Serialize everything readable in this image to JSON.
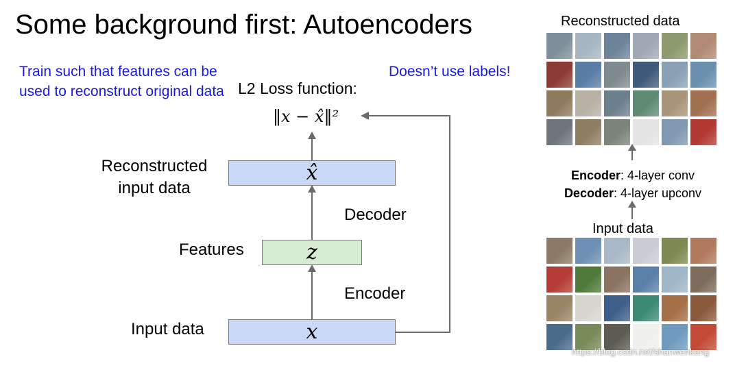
{
  "title": "Some background first: Autoencoders",
  "note_left": "Train such that features can be used to reconstruct original data",
  "note_right": "Doesn’t use labels!",
  "loss": {
    "title": "L2 Loss function:",
    "formula": "‖x − x̂‖²"
  },
  "diagram": {
    "labels": {
      "reconstructed": "Reconstructed input data",
      "features": "Features",
      "input": "Input data",
      "decoder": "Decoder",
      "encoder": "Encoder"
    },
    "boxes": {
      "xhat": "x̂",
      "z": "z",
      "x": "x"
    },
    "colors": {
      "box_blue": "#c9d9f5",
      "box_green": "#d8ecd3",
      "arrow": "#6b6b6b"
    }
  },
  "panel": {
    "reconstructed_title": "Reconstructed data",
    "input_title": "Input data",
    "encoder_bold": "Encoder",
    "encoder_rest": ": 4-layer conv",
    "decoder_bold": "Decoder",
    "decoder_rest": ": 4-layer upconv",
    "watermark": "https://blog.csdn.net/shanwenkang",
    "reconstructed_tiles": [
      "#7f8f9a",
      "#a7b6c2",
      "#6d8399",
      "#9fa9b3",
      "#8c9a6e",
      "#b08a73",
      "#8c3b34",
      "#5a7da6",
      "#7e8a8f",
      "#3e5a7a",
      "#8aa0b5",
      "#6b8fae",
      "#8d7a5c",
      "#b7b1a4",
      "#6c7f8c",
      "#5f8a72",
      "#a99579",
      "#a07050",
      "#6d747c",
      "#8e7d62",
      "#7b8478",
      "#e4e4e4",
      "#7f98b0",
      "#b23a32"
    ],
    "input_tiles": [
      "#8a7a66",
      "#6d8fb3",
      "#a9b8c6",
      "#c9ccd2",
      "#7c8a4f",
      "#b0785c",
      "#b43b36",
      "#4f7a3a",
      "#8a7360",
      "#5a7fa8",
      "#9fb6c7",
      "#7d6c5c",
      "#9a8466",
      "#d8d6cf",
      "#3f5f8a",
      "#3c8a73",
      "#a46e46",
      "#8a5a3c",
      "#4a6b8a",
      "#7a8b5a",
      "#5c5c52",
      "#f0f0ee",
      "#6f9bbf",
      "#c24a36"
    ]
  }
}
